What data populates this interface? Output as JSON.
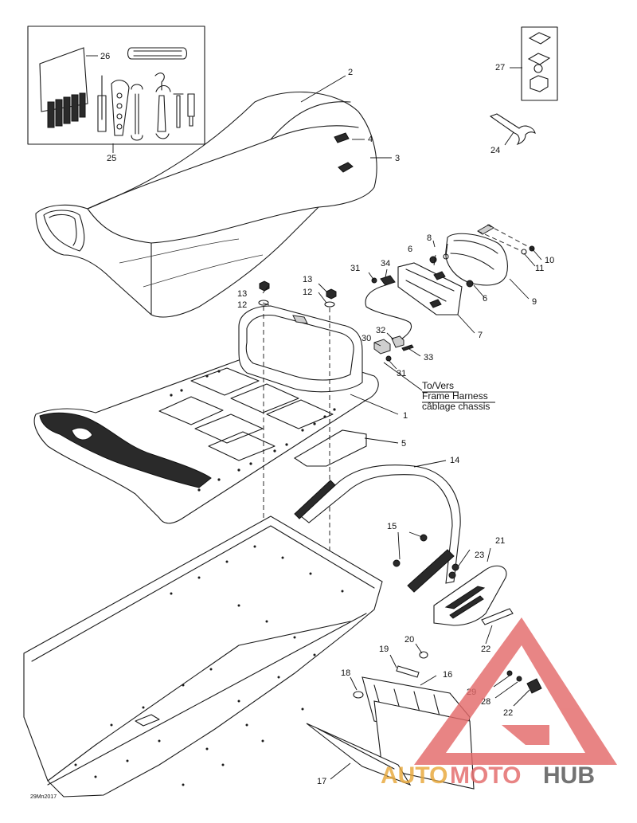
{
  "diagram_code": "29Mn2017",
  "harness_note": {
    "line1": "To/Vers",
    "line2": "Frame Harness",
    "line3": "câblage chassis"
  },
  "callouts": {
    "c1": "1",
    "c2": "2",
    "c3": "3",
    "c4": "4",
    "c5": "5",
    "c6a": "6",
    "c6b": "6",
    "c7": "7",
    "c8": "8",
    "c9": "9",
    "c10": "10",
    "c11": "11",
    "c12a": "12",
    "c12b": "12",
    "c13a": "13",
    "c13b": "13",
    "c14": "14",
    "c15": "15",
    "c16": "16",
    "c17": "17",
    "c18": "18",
    "c19": "19",
    "c20": "20",
    "c21": "21",
    "c22a": "22",
    "c22b": "22",
    "c23": "23",
    "c24": "24",
    "c25": "25",
    "c26": "26",
    "c27": "27",
    "c28": "28",
    "c29": "29",
    "c30": "30",
    "c31a": "31",
    "c31b": "31",
    "c32": "32",
    "c33": "33",
    "c34": "34"
  },
  "watermark": {
    "part1": "AUTO",
    "part2": "MOTO",
    "part3": "HUB",
    "color_primary": "#e8a83a",
    "color_secondary": "#e36a6a",
    "color_tertiary": "#555555"
  }
}
